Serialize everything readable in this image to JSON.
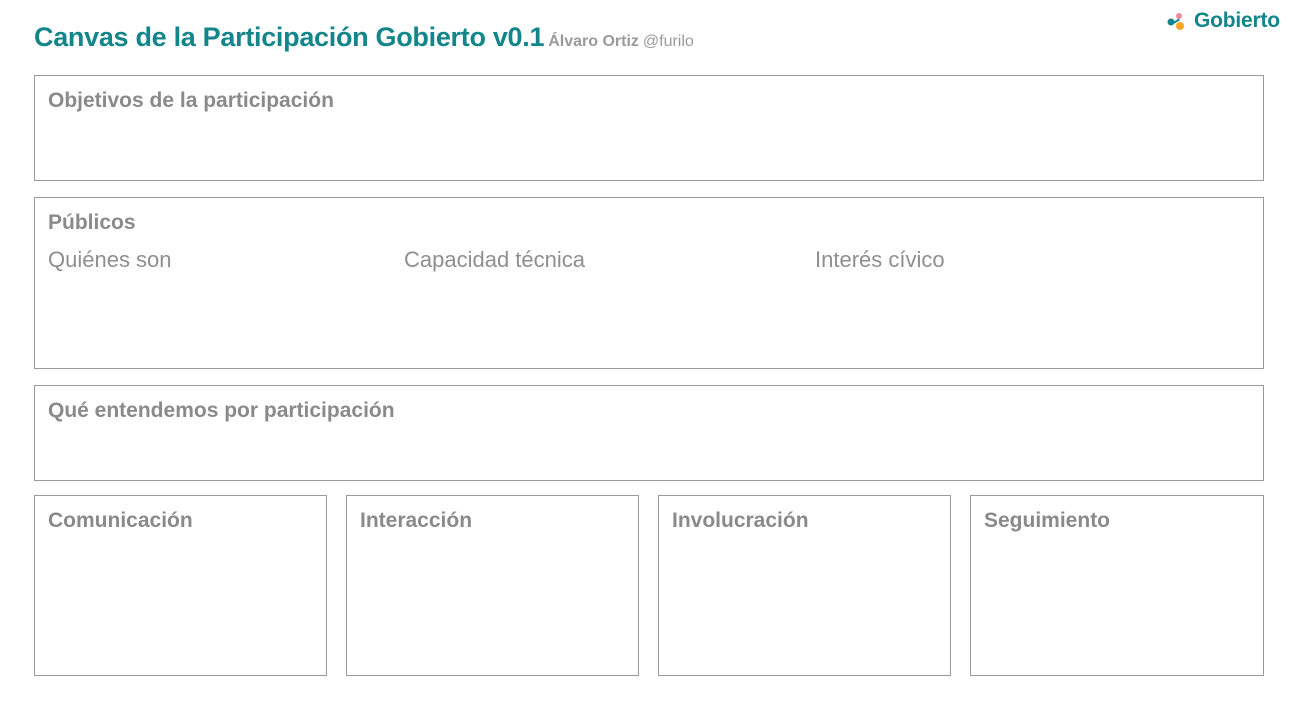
{
  "header": {
    "title": "Canvas de la Participación Gobierto v0.1",
    "author": "Álvaro Ortiz",
    "handle": "@furilo"
  },
  "logo": {
    "text": "Gobierto",
    "icon": "gobierto-logo-icon",
    "colors": {
      "teal": "#12868a",
      "orange": "#f5a623",
      "pink": "#e98b9b"
    }
  },
  "sections": {
    "objetivos": {
      "title": "Objetivos de la participación"
    },
    "publicos": {
      "title": "Públicos",
      "columns": [
        "Quiénes son",
        "Capacidad técnica",
        "Interés cívico"
      ]
    },
    "que_entendemos": {
      "title": "Qué entendemos por participación"
    },
    "niveles": [
      {
        "title": "Comunicación"
      },
      {
        "title": "Interacción"
      },
      {
        "title": "Involucración"
      },
      {
        "title": "Seguimiento"
      }
    ]
  },
  "colors": {
    "accent": "#12868a",
    "border": "#9b9b9b",
    "text": "#8a8a8a"
  }
}
